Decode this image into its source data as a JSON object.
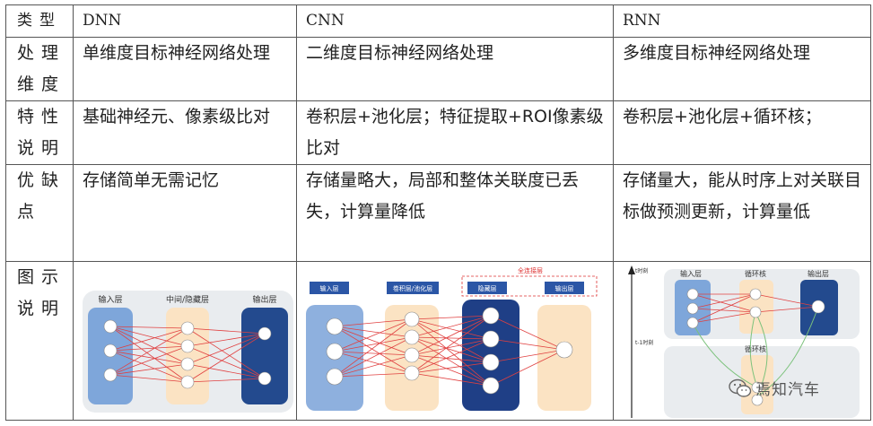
{
  "header": {
    "col0": "类型",
    "col1": "DNN",
    "col2": "CNN",
    "col3": "RNN"
  },
  "rows": [
    {
      "label": "处理维度",
      "dnn": "单维度目标神经网络处理",
      "cnn": "二维度目标神经网络处理",
      "rnn": "多维度目标神经网络处理"
    },
    {
      "label": "特性说明",
      "dnn": "基础神经元、像素级比对",
      "cnn": "卷积层+池化层；特征提取+ROI像素级比对",
      "rnn": "卷积层+池化层+循环核；"
    },
    {
      "label": "优缺点",
      "dnn": "存储简单无需记忆",
      "cnn": "存储量略大，局部和整体关联度已丢失，计算量降低",
      "rnn": "存储量大，能从时序上对关联目标做预测更新，计算量低"
    },
    {
      "label": "图示说明"
    }
  ],
  "figures": {
    "dnn": {
      "input": "输入层",
      "hidden": "中间/隐藏层",
      "output": "输出层"
    },
    "cnn": {
      "input": "输入层",
      "conv": "卷积层/池化层",
      "fc_title": "全连接层",
      "hidden": "隐藏层",
      "output": "输出层"
    },
    "rnn": {
      "time_top": "t时刻",
      "time_mid": "t-1时刻",
      "input": "输入层",
      "loop": "循环核",
      "output": "输出层",
      "loop2": "循环核"
    }
  },
  "watermark": {
    "text": "焉知汽车",
    "icon": "wechat-icon"
  },
  "colors": {
    "blue_light": "#6f9bd4",
    "blue_dark": "#234a8e",
    "peach": "#fbe3c3",
    "edge": "#e04040",
    "green": "#7cc27c"
  }
}
